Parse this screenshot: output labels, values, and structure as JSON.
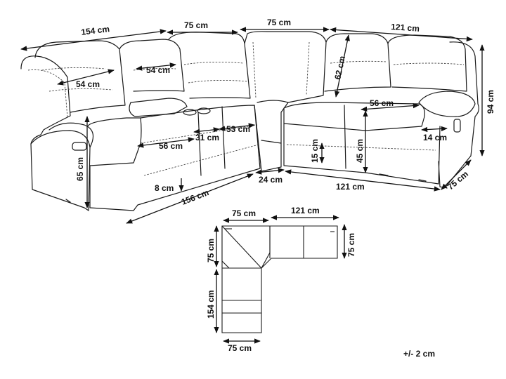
{
  "dimensions": {
    "total_left_length": "154 cm",
    "corner_seat_left_width": "75 cm",
    "corner_seat_right_width": "75 cm",
    "right_section_length": "121 cm",
    "total_height": "94 cm",
    "left_armrest_width": "54 cm",
    "console_width": "54 cm",
    "backrest_height": "62 cm",
    "right_seat_width": "56 cm",
    "right_armrest_width": "14 cm",
    "seat_depth_left": "56 cm",
    "console_seat_gap": "31 cm",
    "middle_seat_depth": "53 cm",
    "side_height": "65 cm",
    "leg_height": "8 cm",
    "base_left_length": "156 cm",
    "corner_base": "24 cm",
    "base_right_length": "121 cm",
    "depth": "75 cm",
    "seat_height_low": "15 cm",
    "seat_height": "45 cm"
  },
  "plan": {
    "top_left": "75 cm",
    "top_right": "121 cm",
    "right_side": "75 cm",
    "left_upper": "75 cm",
    "left_lower": "154 cm",
    "bottom": "75 cm"
  },
  "tolerance": "+/- 2 cm"
}
